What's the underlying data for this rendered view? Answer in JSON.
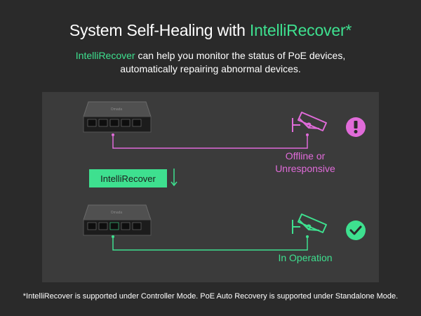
{
  "title": {
    "prefix": "System Self-Healing with ",
    "accent": "IntelliRecover*"
  },
  "subtitle": {
    "accent": "IntelliRecover",
    "line1_rest": " can help you monitor the status of PoE devices,",
    "line2": "automatically repairing abnormal devices."
  },
  "diagram": {
    "badge_label": "IntelliRecover",
    "offline_line1": "Offline or",
    "offline_line2": "Unresponsive",
    "operation_label": "In Operation",
    "switch_brand": "Omada"
  },
  "footnote": "*IntelliRecover is supported under Controller Mode. PoE Auto Recovery is supported under Standalone Mode.",
  "colors": {
    "accent_green": "#3ee08f",
    "error_pink": "#e06bd9",
    "background": "#2a2a2a",
    "panel": "#3b3b3b"
  },
  "icons": [
    "switch-icon",
    "camera-icon",
    "exclamation-icon",
    "checkmark-icon",
    "arrow-down-icon"
  ]
}
